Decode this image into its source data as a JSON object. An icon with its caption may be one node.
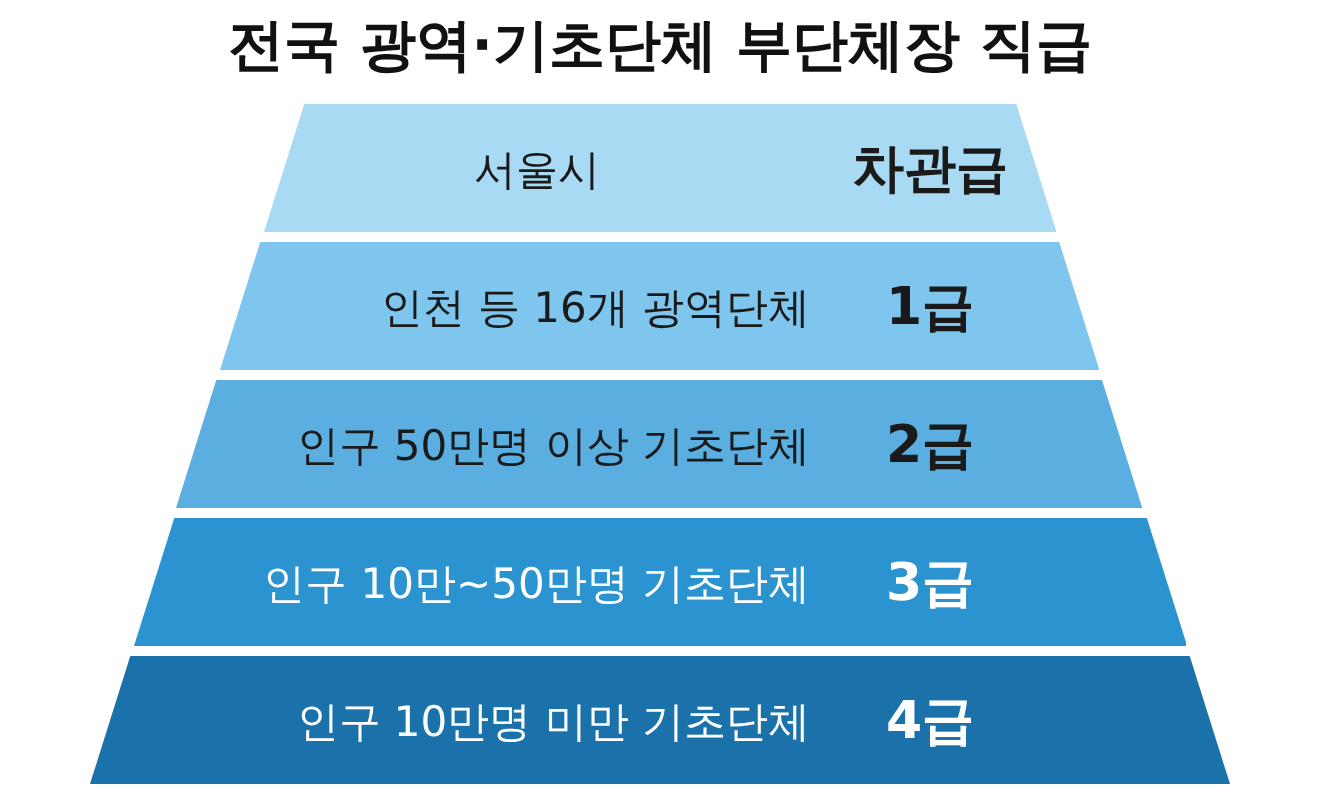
{
  "diagram": {
    "title": "전국 광역·기초단체 부단체장 직급",
    "nodes": [
      {
        "text": [
          "서울시",
          "차관급"
        ]
      },
      {
        "text": [
          "인천 등 16개 광역단체",
          "1급"
        ]
      },
      {
        "text": [
          "인구 50만명 이상 기초단체",
          "2급"
        ]
      },
      {
        "text": [
          "인구 10만~50만명 기초단체",
          "3급"
        ]
      },
      {
        "text": [
          "인구 10만명 미만 기초단체",
          "4급"
        ]
      }
    ]
  }
}
